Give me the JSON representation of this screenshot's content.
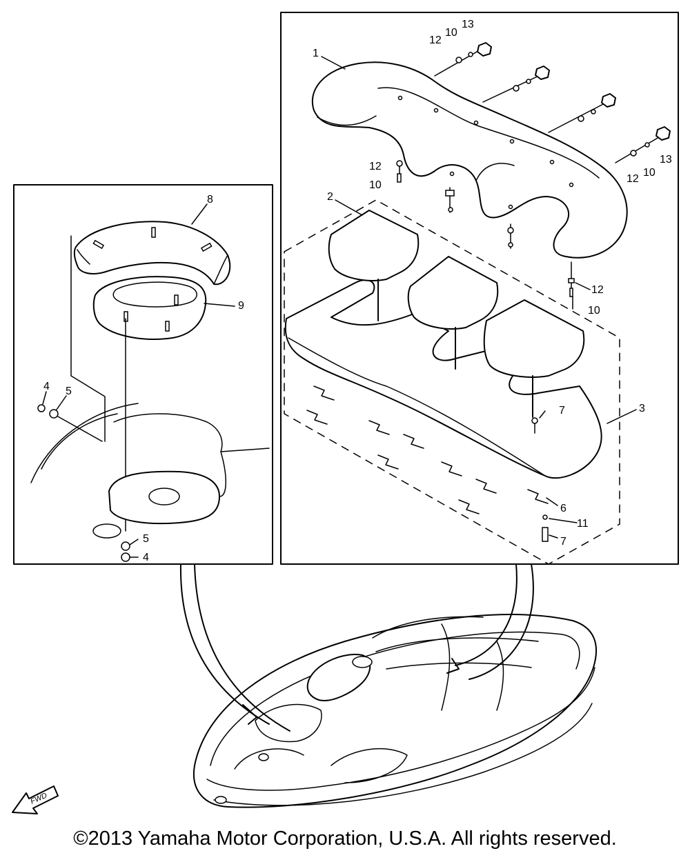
{
  "callouts": {
    "c1": "1",
    "c2": "2",
    "c3": "3",
    "c4a": "4",
    "c4b": "4",
    "c5a": "5",
    "c5b": "5",
    "c6": "6",
    "c7a": "7",
    "c7b": "7",
    "c8": "8",
    "c9": "9",
    "c10a": "10",
    "c10b": "10",
    "c10c": "10",
    "c10d": "10",
    "c11": "11",
    "c12a": "12",
    "c12b": "12",
    "c12c": "12",
    "c12d": "12",
    "c13a": "13",
    "c13b": "13"
  },
  "fwd_label": "FWD",
  "copyright": "©2013 Yamaha Motor Corporation, U.S.A. All rights reserved."
}
